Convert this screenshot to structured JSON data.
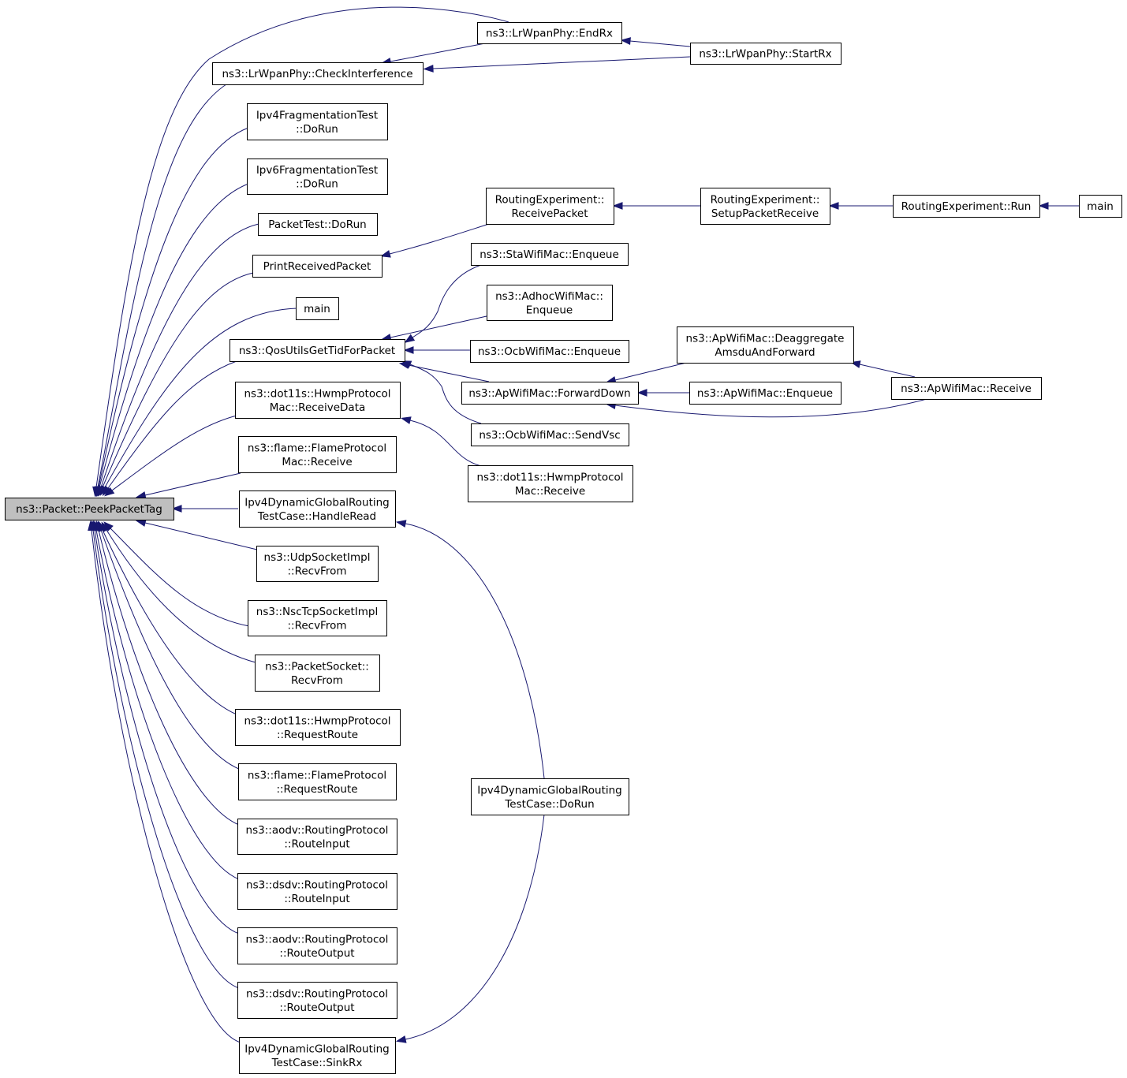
{
  "graph": {
    "colors": {
      "edge": "#191970",
      "root_fill": "#bfbfbf",
      "node_fill": "#ffffff",
      "node_border": "#000000"
    },
    "nodes": [
      {
        "id": "root",
        "lines": [
          "ns3::Packet::PeekPacketTag"
        ],
        "highlighted": true
      },
      {
        "id": "check-interference",
        "lines": [
          "ns3::LrWpanPhy::CheckInterference"
        ]
      },
      {
        "id": "end-rx",
        "lines": [
          "ns3::LrWpanPhy::EndRx"
        ]
      },
      {
        "id": "start-rx",
        "lines": [
          "ns3::LrWpanPhy::StartRx"
        ]
      },
      {
        "id": "ipv4-frag-dorun",
        "lines": [
          "Ipv4FragmentationTest",
          "::DoRun"
        ]
      },
      {
        "id": "ipv6-frag-dorun",
        "lines": [
          "Ipv6FragmentationTest",
          "::DoRun"
        ]
      },
      {
        "id": "packettest-dorun",
        "lines": [
          "PacketTest::DoRun"
        ]
      },
      {
        "id": "print-received-packet",
        "lines": [
          "PrintReceivedPacket"
        ]
      },
      {
        "id": "main-1",
        "lines": [
          "main"
        ]
      },
      {
        "id": "qos-utils",
        "lines": [
          "ns3::QosUtilsGetTidForPacket"
        ]
      },
      {
        "id": "hwmp-mac-receivedata",
        "lines": [
          "ns3::dot11s::HwmpProtocol",
          "Mac::ReceiveData"
        ]
      },
      {
        "id": "flame-mac-receive",
        "lines": [
          "ns3::flame::FlameProtocol",
          "Mac::Receive"
        ]
      },
      {
        "id": "ipv4dgr-handleread",
        "lines": [
          "Ipv4DynamicGlobalRouting",
          "TestCase::HandleRead"
        ]
      },
      {
        "id": "udp-recvfrom",
        "lines": [
          "ns3::UdpSocketImpl",
          "::RecvFrom"
        ]
      },
      {
        "id": "nsctcp-recvfrom",
        "lines": [
          "ns3::NscTcpSocketImpl",
          "::RecvFrom"
        ]
      },
      {
        "id": "packetsocket-recvfrom",
        "lines": [
          "ns3::PacketSocket::",
          "RecvFrom"
        ]
      },
      {
        "id": "hwmp-requestroute",
        "lines": [
          "ns3::dot11s::HwmpProtocol",
          "::RequestRoute"
        ]
      },
      {
        "id": "flame-requestroute",
        "lines": [
          "ns3::flame::FlameProtocol",
          "::RequestRoute"
        ]
      },
      {
        "id": "aodv-routeinput",
        "lines": [
          "ns3::aodv::RoutingProtocol",
          "::RouteInput"
        ]
      },
      {
        "id": "dsdv-routeinput",
        "lines": [
          "ns3::dsdv::RoutingProtocol",
          "::RouteInput"
        ]
      },
      {
        "id": "aodv-routeoutput",
        "lines": [
          "ns3::aodv::RoutingProtocol",
          "::RouteOutput"
        ]
      },
      {
        "id": "dsdv-routeoutput",
        "lines": [
          "ns3::dsdv::RoutingProtocol",
          "::RouteOutput"
        ]
      },
      {
        "id": "ipv4dgr-sinkrx",
        "lines": [
          "Ipv4DynamicGlobalRouting",
          "TestCase::SinkRx"
        ]
      },
      {
        "id": "re-receivepacket",
        "lines": [
          "RoutingExperiment::",
          "ReceivePacket"
        ]
      },
      {
        "id": "re-setuppacketreceive",
        "lines": [
          "RoutingExperiment::",
          "SetupPacketReceive"
        ]
      },
      {
        "id": "re-run",
        "lines": [
          "RoutingExperiment::Run"
        ]
      },
      {
        "id": "main-2",
        "lines": [
          "main"
        ]
      },
      {
        "id": "sta-enqueue",
        "lines": [
          "ns3::StaWifiMac::Enqueue"
        ]
      },
      {
        "id": "adhoc-enqueue",
        "lines": [
          "ns3::AdhocWifiMac::",
          "Enqueue"
        ]
      },
      {
        "id": "ocb-enqueue",
        "lines": [
          "ns3::OcbWifiMac::Enqueue"
        ]
      },
      {
        "id": "ap-forwarddown",
        "lines": [
          "ns3::ApWifiMac::ForwardDown"
        ]
      },
      {
        "id": "ocb-sendvsc",
        "lines": [
          "ns3::OcbWifiMac::SendVsc"
        ]
      },
      {
        "id": "hwmp-mac-receive",
        "lines": [
          "ns3::dot11s::HwmpProtocol",
          "Mac::Receive"
        ]
      },
      {
        "id": "ap-deaggregate",
        "lines": [
          "ns3::ApWifiMac::Deaggregate",
          "AmsduAndForward"
        ]
      },
      {
        "id": "ap-enqueue",
        "lines": [
          "ns3::ApWifiMac::Enqueue"
        ]
      },
      {
        "id": "ap-receive",
        "lines": [
          "ns3::ApWifiMac::Receive"
        ]
      },
      {
        "id": "ipv4dgr-dorun",
        "lines": [
          "Ipv4DynamicGlobalRouting",
          "TestCase::DoRun"
        ]
      }
    ],
    "edges": [
      {
        "from": "check-interference",
        "to": "root"
      },
      {
        "from": "end-rx",
        "to": "root"
      },
      {
        "from": "ipv4-frag-dorun",
        "to": "root"
      },
      {
        "from": "ipv6-frag-dorun",
        "to": "root"
      },
      {
        "from": "packettest-dorun",
        "to": "root"
      },
      {
        "from": "print-received-packet",
        "to": "root"
      },
      {
        "from": "main-1",
        "to": "root"
      },
      {
        "from": "qos-utils",
        "to": "root"
      },
      {
        "from": "hwmp-mac-receivedata",
        "to": "root"
      },
      {
        "from": "flame-mac-receive",
        "to": "root"
      },
      {
        "from": "ipv4dgr-handleread",
        "to": "root"
      },
      {
        "from": "udp-recvfrom",
        "to": "root"
      },
      {
        "from": "nsctcp-recvfrom",
        "to": "root"
      },
      {
        "from": "packetsocket-recvfrom",
        "to": "root"
      },
      {
        "from": "hwmp-requestroute",
        "to": "root"
      },
      {
        "from": "flame-requestroute",
        "to": "root"
      },
      {
        "from": "aodv-routeinput",
        "to": "root"
      },
      {
        "from": "dsdv-routeinput",
        "to": "root"
      },
      {
        "from": "aodv-routeoutput",
        "to": "root"
      },
      {
        "from": "dsdv-routeoutput",
        "to": "root"
      },
      {
        "from": "ipv4dgr-sinkrx",
        "to": "root"
      },
      {
        "from": "end-rx",
        "to": "check-interference"
      },
      {
        "from": "start-rx",
        "to": "check-interference"
      },
      {
        "from": "start-rx",
        "to": "end-rx"
      },
      {
        "from": "re-receivepacket",
        "to": "print-received-packet"
      },
      {
        "from": "re-setuppacketreceive",
        "to": "re-receivepacket"
      },
      {
        "from": "re-run",
        "to": "re-setuppacketreceive"
      },
      {
        "from": "main-2",
        "to": "re-run"
      },
      {
        "from": "sta-enqueue",
        "to": "qos-utils"
      },
      {
        "from": "adhoc-enqueue",
        "to": "qos-utils"
      },
      {
        "from": "ocb-enqueue",
        "to": "qos-utils"
      },
      {
        "from": "ap-forwarddown",
        "to": "qos-utils"
      },
      {
        "from": "ocb-sendvsc",
        "to": "qos-utils"
      },
      {
        "from": "ap-deaggregate",
        "to": "ap-forwarddown"
      },
      {
        "from": "ap-enqueue",
        "to": "ap-forwarddown"
      },
      {
        "from": "ap-receive",
        "to": "ap-forwarddown"
      },
      {
        "from": "ap-receive",
        "to": "ap-deaggregate"
      },
      {
        "from": "hwmp-mac-receive",
        "to": "hwmp-mac-receivedata"
      },
      {
        "from": "ipv4dgr-dorun",
        "to": "ipv4dgr-handleread"
      },
      {
        "from": "ipv4dgr-dorun",
        "to": "ipv4dgr-sinkrx"
      }
    ]
  }
}
